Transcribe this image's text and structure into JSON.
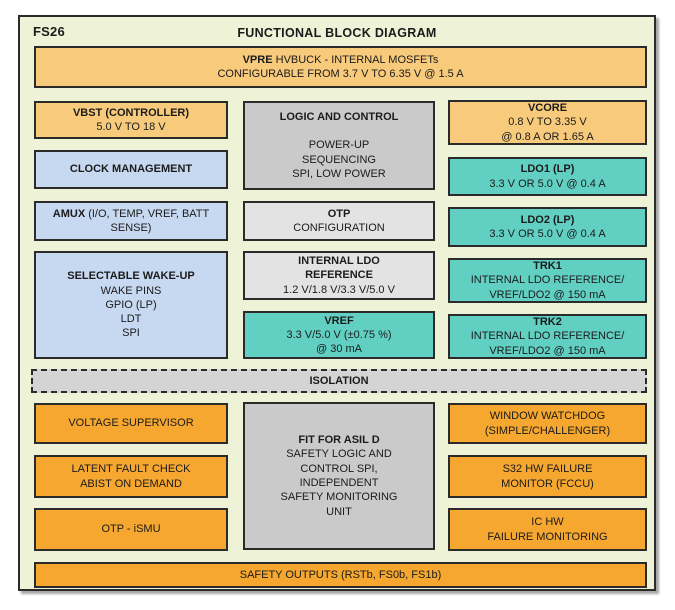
{
  "header": {
    "chip": "FS26",
    "title": "FUNCTIONAL BLOCK DIAGRAM"
  },
  "vpre": {
    "name": "VPRE",
    "name_rest": " HVBUCK - INTERNAL MOSFETs",
    "line2": "CONFIGURABLE FROM 3.7 V TO 6.35 V @ 1.5 A"
  },
  "left": {
    "vbst": {
      "title": "VBST (CONTROLLER)",
      "body": "5.0 V TO 18 V"
    },
    "clock": {
      "title": "CLOCK MANAGEMENT"
    },
    "amux": {
      "name": "AMUX",
      "rest": " (I/O, TEMP, VREF, BATT SENSE)"
    },
    "wakeup": {
      "title": "SELECTABLE WAKE-UP",
      "lines": [
        "WAKE PINS",
        "GPIO (LP)",
        "LDT",
        "SPI"
      ]
    }
  },
  "middle": {
    "logic": {
      "title": "LOGIC AND CONTROL",
      "lines": [
        "POWER-UP",
        "SEQUENCING",
        "SPI, LOW POWER"
      ]
    },
    "otp": {
      "title": "OTP",
      "body": "CONFIGURATION"
    },
    "intldo": {
      "title_lines": [
        "INTERNAL LDO",
        "REFERENCE"
      ],
      "body": "1.2 V/1.8 V/3.3 V/5.0 V"
    },
    "vref": {
      "title": "VREF",
      "lines": [
        "3.3 V/5.0 V (±0.75 %)",
        "@ 30 mA"
      ]
    }
  },
  "right": {
    "vcore": {
      "title": "VCORE",
      "lines": [
        "0.8 V TO 3.35 V",
        "@ 0.8 A OR 1.65 A"
      ]
    },
    "ldo1": {
      "title": "LDO1 (LP)",
      "body": "3.3 V OR 5.0 V @ 0.4 A"
    },
    "ldo2": {
      "title": "LDO2 (LP)",
      "body": "3.3 V OR 5.0 V @ 0.4 A"
    },
    "trk1": {
      "title": "TRK1",
      "lines": [
        "INTERNAL LDO REFERENCE/",
        "VREF/LDO2 @ 150 mA"
      ]
    },
    "trk2": {
      "title": "TRK2",
      "lines": [
        "INTERNAL LDO REFERENCE/",
        "VREF/LDO2 @ 150 mA"
      ]
    }
  },
  "isolation": {
    "label": "ISOLATION"
  },
  "safety": {
    "voltage_supervisor": "VOLTAGE SUPERVISOR",
    "latent_lines": [
      "LATENT FAULT CHECK",
      "ABIST ON DEMAND"
    ],
    "otp_ismu": "OTP - iSMU",
    "asil": {
      "title": "FIT FOR ASIL D",
      "lines": [
        "SAFETY LOGIC AND",
        "CONTROL SPI,",
        "INDEPENDENT",
        "SAFETY MONITORING",
        "UNIT"
      ]
    },
    "watchdog_lines": [
      "WINDOW WATCHDOG",
      "(SIMPLE/CHALLENGER)"
    ],
    "s32_lines": [
      "S32 HW FAILURE",
      "MONITOR (FCCU)"
    ],
    "ichw_lines": [
      "IC HW",
      "FAILURE MONITORING"
    ]
  },
  "outputs": {
    "label": "SAFETY OUTPUTS (RSTb, FS0b, FS1b)"
  },
  "colors": {
    "background": "#eef3d7",
    "orange_light": "#f8cb7c",
    "orange": "#f5a72f",
    "blue": "#c7d9f1",
    "gray": "#cacaca",
    "gray_light": "#e3e3e4",
    "teal": "#61d0c3",
    "isolation_gray": "#d4d4d4",
    "border": "#2b2b2b",
    "text": "#1b1b1b"
  }
}
